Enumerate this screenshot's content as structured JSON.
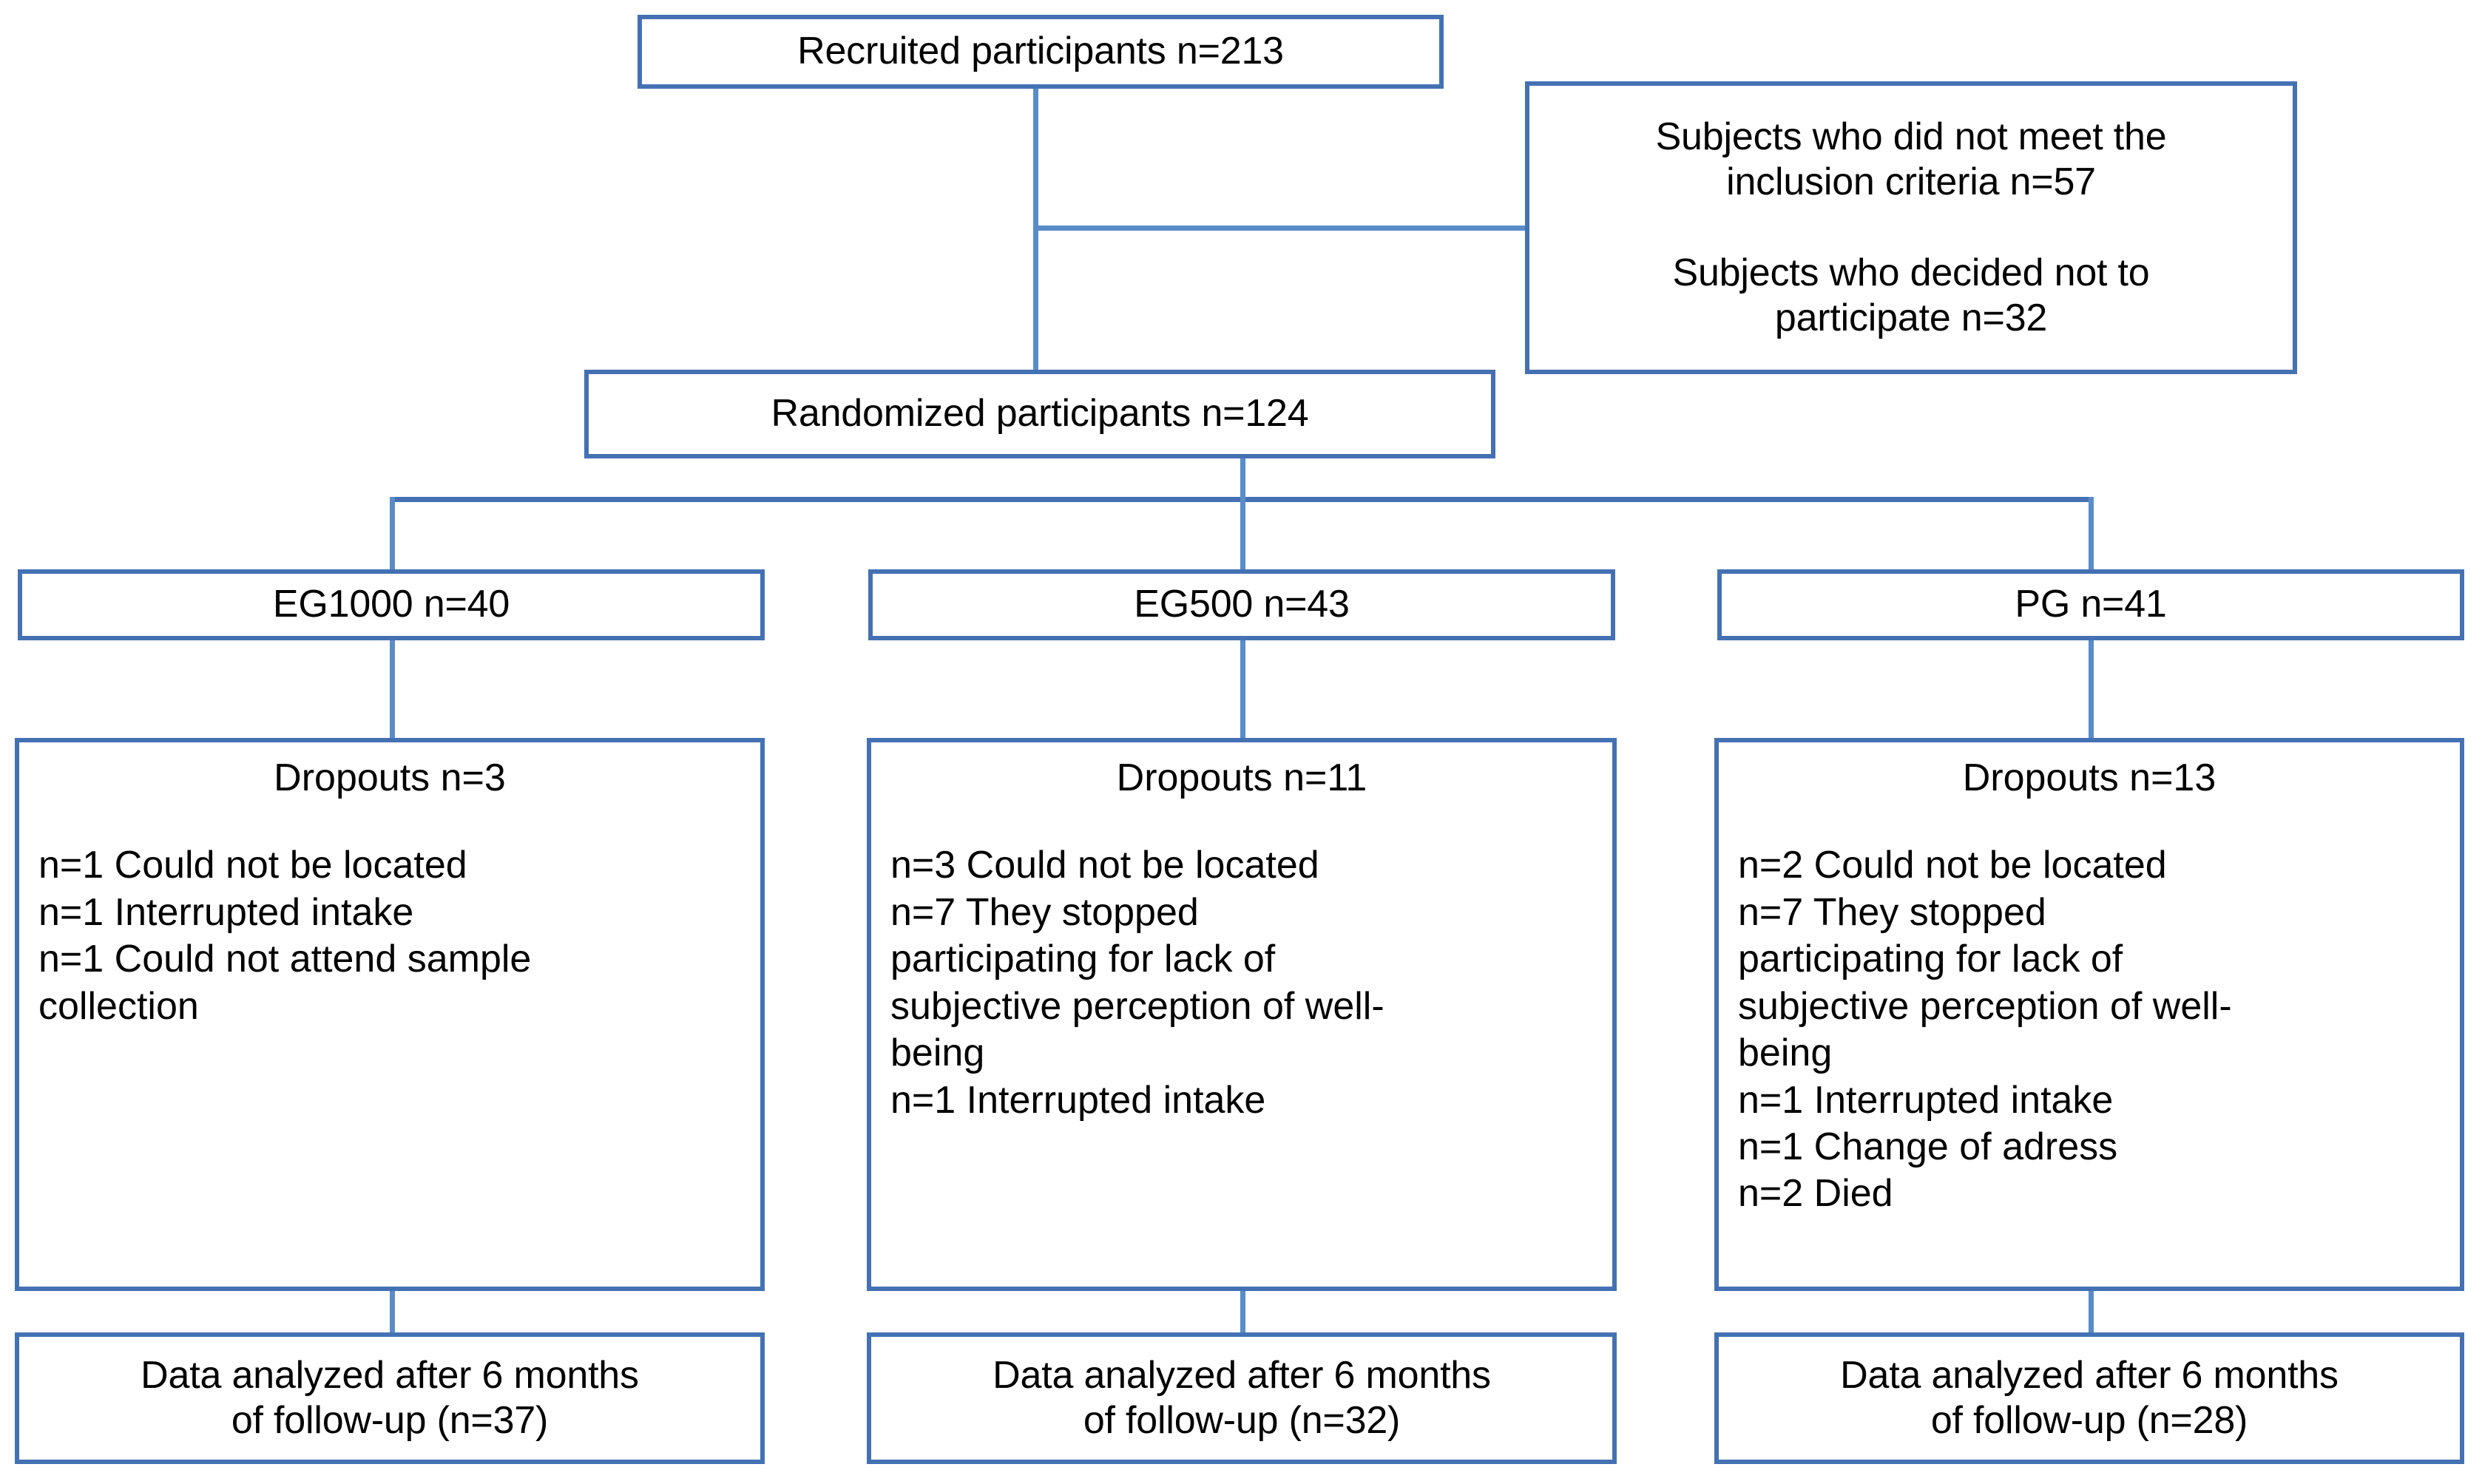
{
  "diagram": {
    "type": "consort-flow-diagram",
    "theme": {
      "border_color": "#4471b3",
      "connector_color": "#5a8cc8",
      "background": "#ffffff",
      "text_color": "#000000"
    },
    "nodes": {
      "recruited": {
        "label": "Recruited participants n=213"
      },
      "excluded": {
        "line1": "Subjects who did not meet the",
        "line2": "inclusion criteria n=57",
        "line3": "Subjects who decided not to",
        "line4": "participate n=32",
        "text": "Subjects who did not meet the\ninclusion criteria n=57\n\nSubjects who decided not to\nparticipate n=32"
      },
      "randomized": {
        "label": "Randomized participants n=124"
      },
      "group_eg1000": {
        "label": "EG1000 n=40"
      },
      "group_eg500": {
        "label": "EG500 n=43"
      },
      "group_pg": {
        "label": "PG n=41"
      },
      "dropouts_eg1000": {
        "title": "Dropouts n=3",
        "reasons": "n=1 Could not be located\nn=1 Interrupted intake\nn=1 Could not attend sample\ncollection"
      },
      "dropouts_eg500": {
        "title": "Dropouts n=11",
        "reasons": "n=3 Could not be located\nn=7 They stopped\nparticipating for lack of\nsubjective perception of well-\nbeing\nn=1 Interrupted intake"
      },
      "dropouts_pg": {
        "title": "Dropouts n=13",
        "reasons": "n=2 Could not be located\nn=7 They stopped\nparticipating for lack of\nsubjective perception of well-\nbeing\nn=1 Interrupted intake\nn=1 Change of adress\nn=2 Died"
      },
      "analyzed_eg1000": {
        "label": "Data analyzed after 6 months\nof follow-up (n=37)"
      },
      "analyzed_eg500": {
        "label": "Data analyzed after 6 months\nof follow-up (n=32)"
      },
      "analyzed_pg": {
        "label": "Data analyzed after 6 months\nof follow-up (n=28)"
      }
    }
  }
}
